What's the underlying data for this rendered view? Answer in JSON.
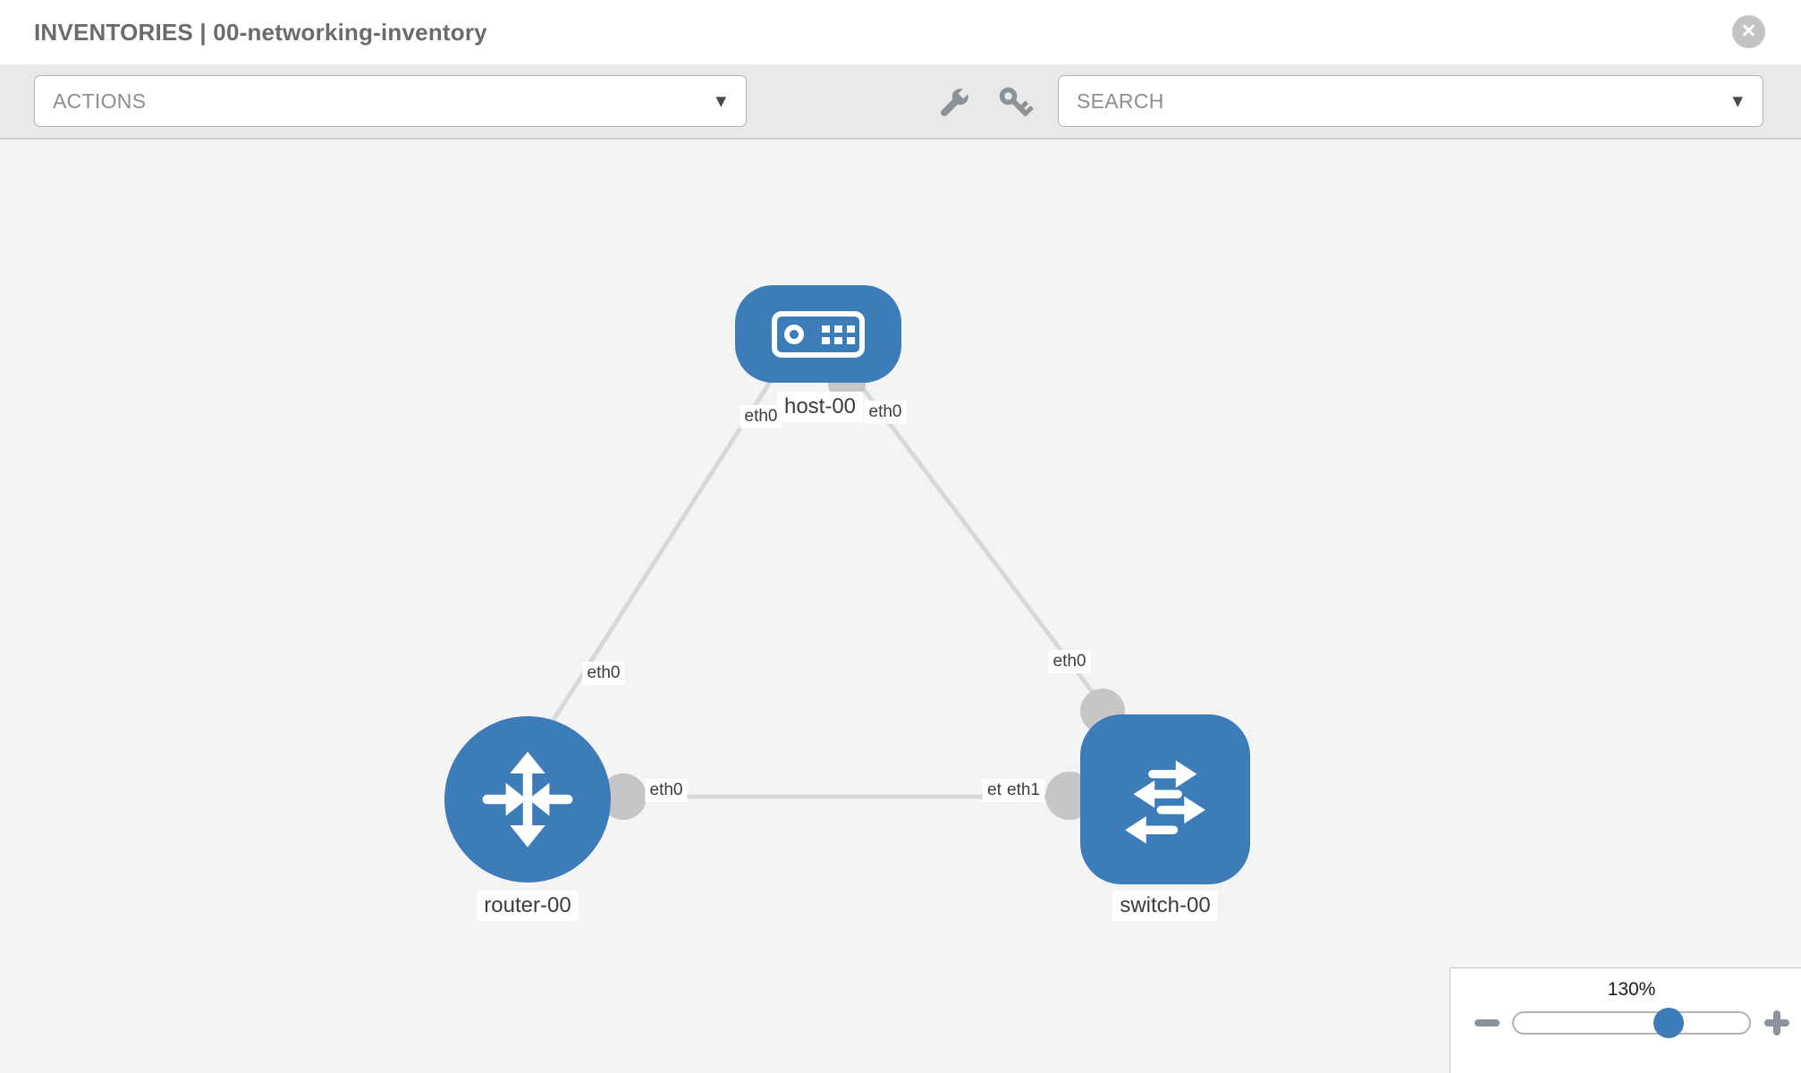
{
  "header": {
    "title": "INVENTORIES | 00-networking-inventory"
  },
  "toolbar": {
    "actions_placeholder": "ACTIONS",
    "search_placeholder": "SEARCH"
  },
  "icons": {
    "wrench": "wrench-icon",
    "key": "key-icon",
    "close": "close-icon",
    "caret_down": "caret-down-icon",
    "minus": "minus-icon",
    "plus": "plus-icon"
  },
  "glyphs": {
    "close": "×",
    "caret_down": "▼"
  },
  "diagram": {
    "nodes": [
      {
        "id": "host-00",
        "type": "host",
        "label": "host-00"
      },
      {
        "id": "router-00",
        "type": "router",
        "label": "router-00"
      },
      {
        "id": "switch-00",
        "type": "switch",
        "label": "switch-00"
      }
    ],
    "links": [
      {
        "from": "host-00",
        "to": "router-00",
        "labels": {
          "host_side": "eth0",
          "router_side": "eth0"
        }
      },
      {
        "from": "host-00",
        "to": "switch-00",
        "labels": {
          "host_side": "eth0",
          "switch_side": "eth0"
        }
      },
      {
        "from": "router-00",
        "to": "switch-00",
        "labels": {
          "router_side": "eth0",
          "switch_side": "eth1",
          "switch_side_under": "eth0"
        }
      }
    ]
  },
  "zoom_panel": {
    "level": "130%"
  },
  "colors": {
    "node_blue": "#3c7cb8",
    "port_gray": "#c6c6c6",
    "link_gray": "#d8d8d8",
    "toolbar_gray": "#e9e9e9",
    "canvas_gray": "#f4f4f4",
    "title_gray": "#6b6b6b"
  }
}
